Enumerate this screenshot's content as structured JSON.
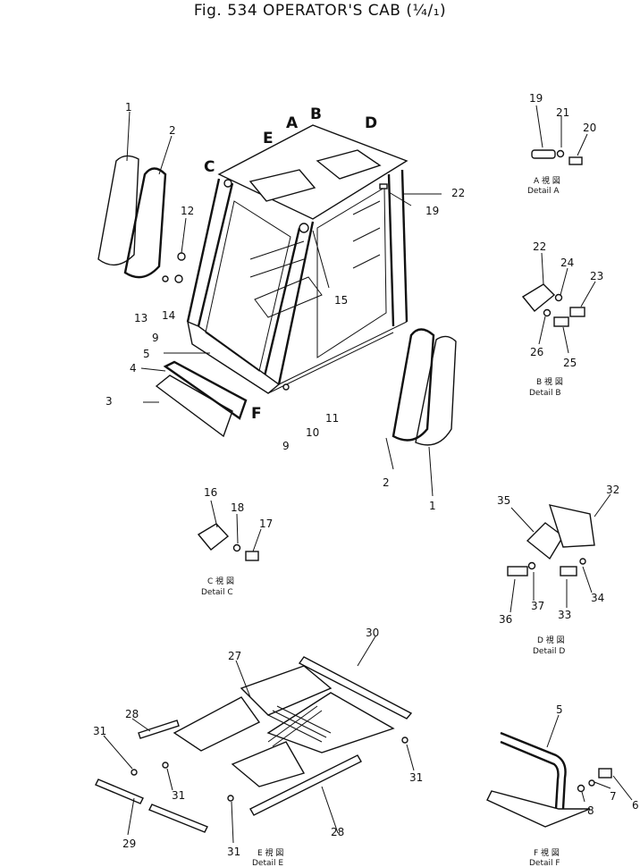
{
  "header": {
    "title": "Fig. 534   OPERATOR'S CAB (¼/₁)"
  },
  "callouts": {
    "main": [
      "1",
      "2",
      "12",
      "13",
      "14",
      "9",
      "5",
      "4",
      "3",
      "15",
      "9",
      "10",
      "11",
      "2",
      "1",
      "19",
      "22"
    ],
    "detail_a": [
      "19",
      "21",
      "20"
    ],
    "detail_b": [
      "22",
      "24",
      "23",
      "26",
      "25"
    ],
    "detail_c": [
      "16",
      "18",
      "17"
    ],
    "detail_d": [
      "35",
      "32",
      "37",
      "34",
      "36",
      "33"
    ],
    "detail_e": [
      "27",
      "30",
      "28",
      "31",
      "31",
      "31",
      "29",
      "31",
      "28"
    ],
    "detail_f": [
      "5",
      "8",
      "7",
      "6"
    ]
  },
  "view_letters": [
    "A",
    "B",
    "C",
    "D",
    "E",
    "F"
  ],
  "captions": {
    "a": [
      "A 視 図",
      "Detail  A"
    ],
    "b": [
      "B 視 図",
      "Detail  B"
    ],
    "c": [
      "C 視 図",
      "Detail  C"
    ],
    "d": [
      "D 視 図",
      "Detail  D"
    ],
    "e": [
      "E 視 図",
      "Detail  E"
    ],
    "f": [
      "F 視 図",
      "Detail  F"
    ]
  }
}
